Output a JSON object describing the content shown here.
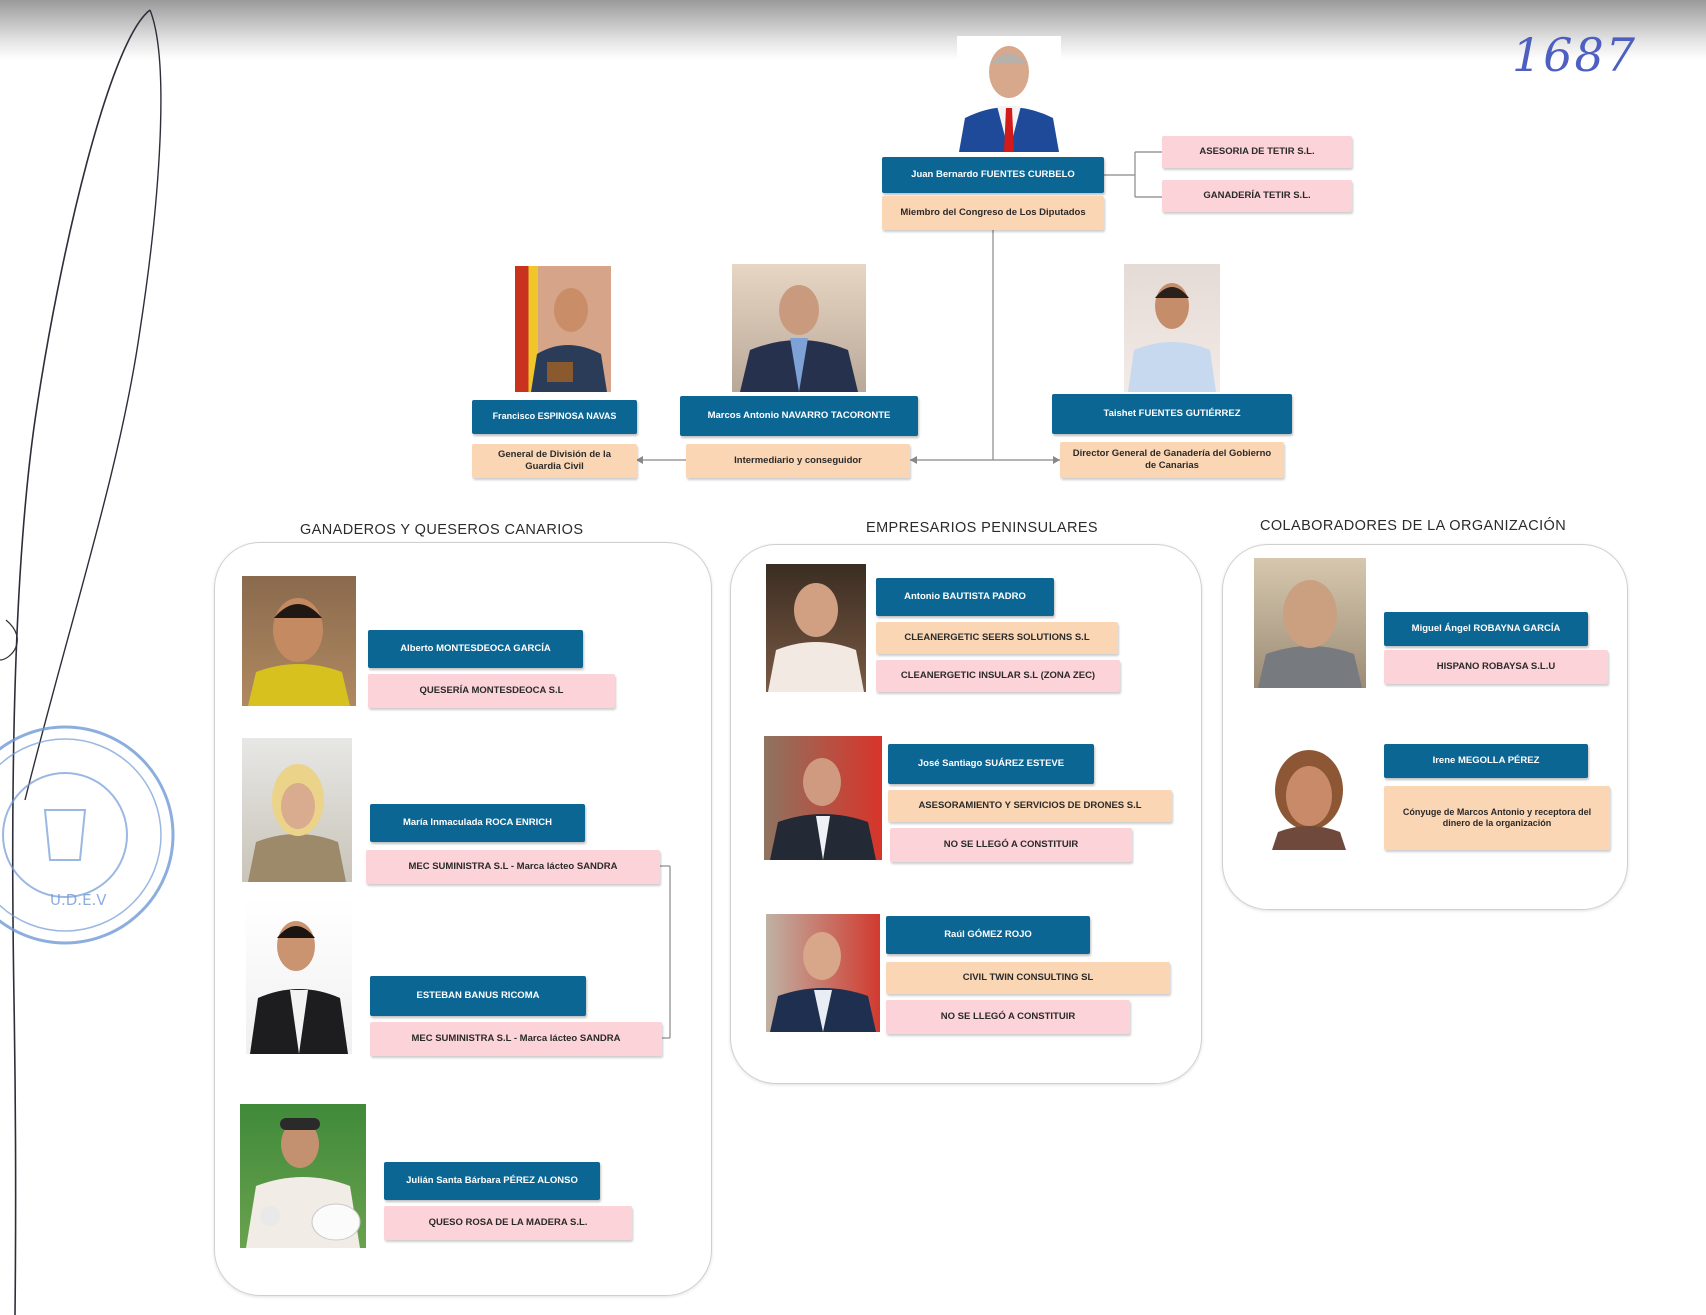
{
  "handwritten_number": "1687",
  "stamp_text": "PROVINCIAL DE POLICÍA JUDICIAL · U.D.E.V · SANTA CRUZ DE TENERIFE",
  "top": {
    "name": "Juan Bernardo FUENTES CURBELO",
    "role": "Miembro del Congreso de Los Diputados",
    "companies": [
      "ASESORIA DE TETIR S.L.",
      "GANADERÍA TETIR S.L."
    ]
  },
  "second_level": [
    {
      "name": "Francisco ESPINOSA NAVAS",
      "role": "General de División de la Guardia Civil"
    },
    {
      "name": "Marcos Antonio NAVARRO TACORONTE",
      "role": "Intermediario y conseguidor"
    },
    {
      "name": "Taishet FUENTES GUTIÉRREZ",
      "role": "Director General de Ganadería del Gobierno de Canarias"
    }
  ],
  "groups": [
    {
      "title": "GANADEROS Y QUESEROS CANARIOS",
      "members": [
        {
          "name": "Alberto MONTESDEOCA GARCÍA",
          "companies": [
            "QUESERÍA MONTESDEOCA S.L"
          ]
        },
        {
          "name": "María Inmaculada ROCA ENRICH",
          "companies": [
            "MEC SUMINISTRA S.L - Marca lácteo SANDRA"
          ]
        },
        {
          "name": "ESTEBAN BANUS RICOMA",
          "companies": [
            "MEC SUMINISTRA S.L - Marca lácteo SANDRA"
          ]
        },
        {
          "name": "Julián Santa Bárbara PÉREZ ALONSO",
          "companies": [
            "QUESO ROSA DE LA MADERA S.L."
          ]
        }
      ]
    },
    {
      "title": "EMPRESARIOS PENINSULARES",
      "members": [
        {
          "name": "Antonio BAUTISTA PADRO",
          "companies": [
            "CLEANERGETIC SEERS SOLUTIONS S.L",
            "CLEANERGETIC INSULAR S.L (ZONA ZEC)"
          ]
        },
        {
          "name": "José Santiago SUÁREZ ESTEVE",
          "companies": [
            "ASESORAMIENTO Y SERVICIOS DE DRONES S.L",
            "NO SE LLEGÓ A CONSTITUIR"
          ]
        },
        {
          "name": "Raúl GÓMEZ ROJO",
          "companies": [
            "CIVIL TWIN CONSULTING SL",
            "NO SE LLEGÓ A CONSTITUIR"
          ]
        }
      ]
    },
    {
      "title": "COLABORADORES DE LA ORGANIZACIÓN",
      "members": [
        {
          "name": "Miguel Ángel ROBAYNA GARCÍA",
          "companies": [
            "HISPANO ROBAYSA S.L.U"
          ]
        },
        {
          "name": "Irene MEGOLLA PÉREZ",
          "companies": [
            "Cónyuge de Marcos Antonio y receptora del dinero de la organización"
          ]
        }
      ]
    }
  ]
}
